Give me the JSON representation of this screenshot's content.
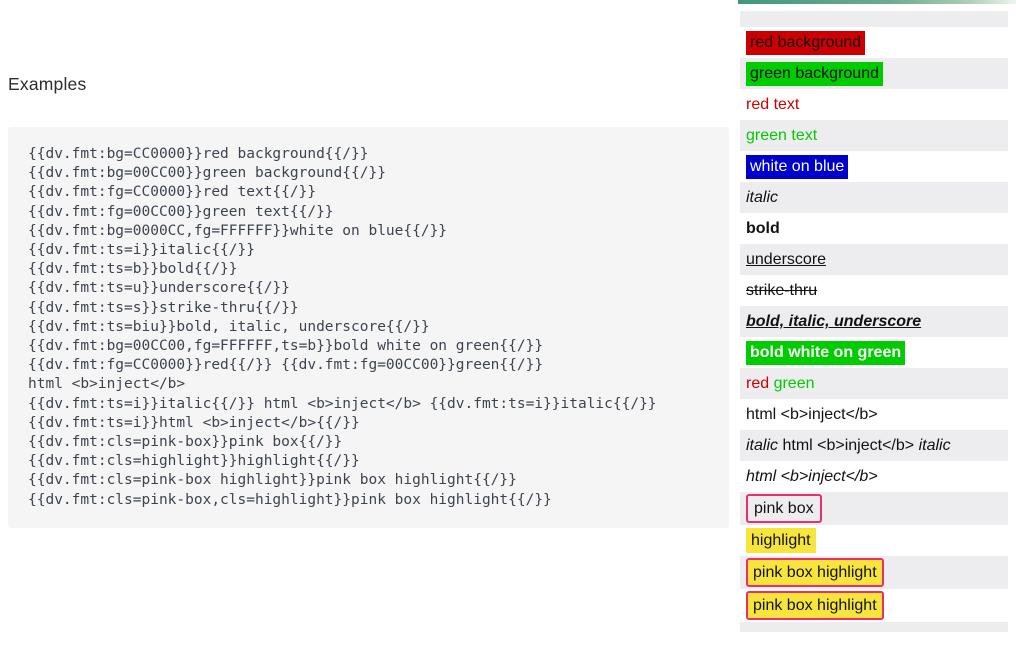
{
  "page": {
    "heading": "Examples"
  },
  "code_block": {
    "lines": [
      "{{dv.fmt:bg=CC0000}}red background{{/}}",
      "{{dv.fmt:bg=00CC00}}green background{{/}}",
      "{{dv.fmt:fg=CC0000}}red text{{/}}",
      "{{dv.fmt:fg=00CC00}}green text{{/}}",
      "{{dv.fmt:bg=0000CC,fg=FFFFFF}}white on blue{{/}}",
      "{{dv.fmt:ts=i}}italic{{/}}",
      "{{dv.fmt:ts=b}}bold{{/}}",
      "{{dv.fmt:ts=u}}underscore{{/}}",
      "{{dv.fmt:ts=s}}strike-thru{{/}}",
      "{{dv.fmt:ts=biu}}bold, italic, underscore{{/}}",
      "{{dv.fmt:bg=00CC00,fg=FFFFFF,ts=b}}bold white on green{{/}}",
      "{{dv.fmt:fg=CC0000}}red{{/}} {{dv.fmt:fg=00CC00}}green{{/}}",
      "html <b>inject</b>",
      "{{dv.fmt:ts=i}}italic{{/}} html <b>inject</b> {{dv.fmt:ts=i}}italic{{/}}",
      "{{dv.fmt:ts=i}}html <b>inject</b>{{/}}",
      "{{dv.fmt:cls=pink-box}}pink box{{/}}",
      "{{dv.fmt:cls=highlight}}highlight{{/}}",
      "{{dv.fmt:cls=pink-box highlight}}pink box highlight{{/}}",
      "{{dv.fmt:cls=pink-box,cls=highlight}}pink box highlight{{/}}"
    ]
  },
  "preview": {
    "rows": [
      {
        "type": "spacer-top"
      },
      {
        "segments": [
          {
            "text": "red background",
            "cls": "bg-red"
          }
        ]
      },
      {
        "segments": [
          {
            "text": "green background",
            "cls": "bg-green"
          }
        ]
      },
      {
        "segments": [
          {
            "text": "red text",
            "cls": "fg-red"
          }
        ]
      },
      {
        "segments": [
          {
            "text": "green text",
            "cls": "fg-green"
          }
        ]
      },
      {
        "segments": [
          {
            "text": "white on blue",
            "cls": "bg-blue fg-white"
          }
        ]
      },
      {
        "segments": [
          {
            "text": "italic",
            "cls": "i"
          }
        ]
      },
      {
        "segments": [
          {
            "text": "bold",
            "cls": "b"
          }
        ]
      },
      {
        "segments": [
          {
            "text": "underscore",
            "cls": "u"
          }
        ]
      },
      {
        "segments": [
          {
            "text": "strike-thru",
            "cls": "s"
          }
        ]
      },
      {
        "segments": [
          {
            "text": "bold, italic, underscore",
            "cls": "b i u"
          }
        ]
      },
      {
        "segments": [
          {
            "text": "bold white on green",
            "cls": "bg-green fg-white b"
          }
        ]
      },
      {
        "segments": [
          {
            "text": "red",
            "cls": "fg-red"
          },
          {
            "text": " ",
            "cls": ""
          },
          {
            "text": "green",
            "cls": "fg-green"
          }
        ]
      },
      {
        "segments": [
          {
            "text": "html <b>inject</b>",
            "cls": ""
          }
        ]
      },
      {
        "segments": [
          {
            "text": "italic",
            "cls": "i"
          },
          {
            "text": " html <b>inject</b> ",
            "cls": ""
          },
          {
            "text": "italic",
            "cls": "i"
          }
        ]
      },
      {
        "segments": [
          {
            "text": "html <b>inject</b>",
            "cls": "i"
          }
        ]
      },
      {
        "box": "pink-box",
        "segments": [
          {
            "text": "pink box",
            "cls": ""
          }
        ]
      },
      {
        "box": "highlight",
        "segments": [
          {
            "text": "highlight",
            "cls": ""
          }
        ]
      },
      {
        "box": "pink-box highlight",
        "segments": [
          {
            "text": "pink box highlight",
            "cls": ""
          }
        ]
      },
      {
        "box": "pink-box highlight",
        "segments": [
          {
            "text": "pink box highlight",
            "cls": ""
          }
        ]
      },
      {
        "type": "spacer-bottom"
      }
    ]
  },
  "colors": {
    "red": "#CC0000",
    "green": "#00CC00",
    "blue": "#0000CC",
    "white": "#FFFFFF",
    "pink_box_border": "#ED2E68",
    "highlight_yellow": "#F7E53C",
    "accent_teal": "#3F987E",
    "row_alt_gray": "#EDEDF0",
    "code_background": "#F5F5F5",
    "code_text": "#3D4450"
  }
}
